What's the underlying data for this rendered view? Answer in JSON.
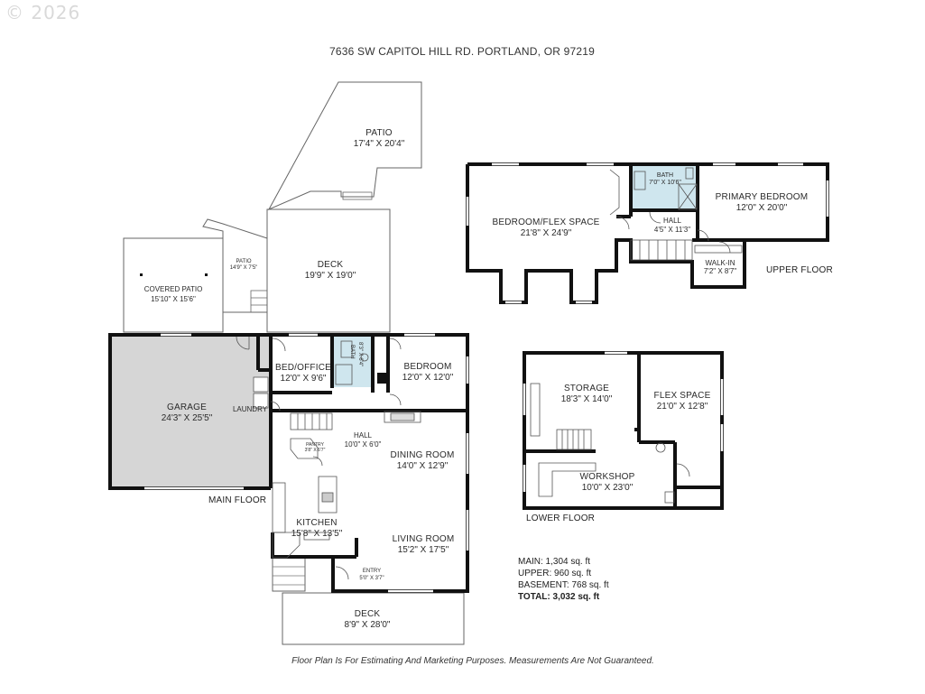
{
  "watermark": "© 2026",
  "address": "7636 SW CAPITOL HILL RD. PORTLAND, OR 97219",
  "levels": {
    "upper": "UPPER FLOOR",
    "main": "MAIN FLOOR",
    "lower": "LOWER FLOOR"
  },
  "rooms": {
    "patio_top": {
      "name": "PATIO",
      "dims": "17'4\" X 20'4\""
    },
    "covered_patio": {
      "name": "COVERED PATIO",
      "dims": "15'10\" X 15'6\""
    },
    "patio_small": {
      "name": "PATIO",
      "dims": "14'9\" X 7'5\""
    },
    "deck_top": {
      "name": "DECK",
      "dims": "19'9\" X 19'0\""
    },
    "garage": {
      "name": "GARAGE",
      "dims": "24'3\" X 25'5\""
    },
    "laundry": {
      "name": "LAUNDRY"
    },
    "bed_office": {
      "name": "BED/OFFICE",
      "dims": "12'0\" X 9'6\""
    },
    "bath_main": {
      "name": "BATH",
      "dims": "8'3\" X 6'4\""
    },
    "bedroom": {
      "name": "BEDROOM",
      "dims": "12'0\" X 12'0\""
    },
    "hall_main": {
      "name": "HALL",
      "dims": "10'0\" X 6'0\""
    },
    "pantry": {
      "name": "PANTRY",
      "dims": "3'8\" X 6'7\""
    },
    "dining": {
      "name": "DINING ROOM",
      "dims": "14'0\" X 12'9\""
    },
    "kitchen": {
      "name": "KITCHEN",
      "dims": "15'8\" X 13'5\""
    },
    "living": {
      "name": "LIVING ROOM",
      "dims": "15'2\" X 17'5\""
    },
    "entry": {
      "name": "ENTRY",
      "dims": "5'0\" X 3'7\""
    },
    "deck_bottom": {
      "name": "DECK",
      "dims": "8'9\" X 28'0\""
    },
    "bedroom_flex": {
      "name": "BEDROOM/FLEX SPACE",
      "dims": "21'8\" X 24'9\""
    },
    "bath_upper": {
      "name": "BATH",
      "dims": "7'0\" X 10'6\""
    },
    "hall_upper": {
      "name": "HALL",
      "dims": "4'5\" X 11'3\""
    },
    "primary_bedroom": {
      "name": "PRIMARY BEDROOM",
      "dims": "12'0\" X 20'0\""
    },
    "walk_in": {
      "name": "WALK-IN",
      "dims": "7'2\" X 8'7\""
    },
    "storage": {
      "name": "STORAGE",
      "dims": "18'3\" X 14'0\""
    },
    "flex_space": {
      "name": "FLEX SPACE",
      "dims": "21'0\" X 12'8\""
    },
    "workshop": {
      "name": "WORKSHOP",
      "dims": "10'0\" X 23'0\""
    }
  },
  "stats": {
    "main": "MAIN: 1,304 sq. ft",
    "upper": "UPPER: 960 sq. ft",
    "basement": "BASEMENT: 768 sq. ft",
    "total": "TOTAL: 3,032 sq. ft"
  },
  "disclaimer": "Floor Plan Is For Estimating And Marketing Purposes. Measurements Are Not Guaranteed.",
  "colors": {
    "wall": "#111111",
    "garage_fill": "#d6d6d6",
    "bath_fill": "#cfe6ee",
    "thin_line": "#555555"
  }
}
